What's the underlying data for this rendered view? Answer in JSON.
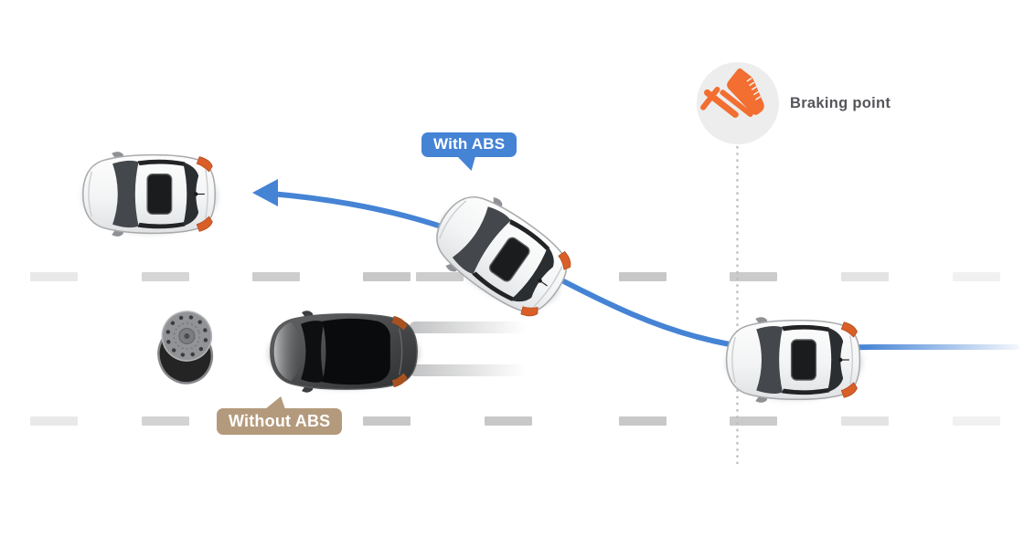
{
  "labels": {
    "with_abs": "With ABS",
    "without_abs": "Without ABS",
    "braking_point": "Braking point"
  },
  "colors": {
    "background": "#ffffff",
    "abs_blue": "#4583d5",
    "without_abs_tan": "#b49a7c",
    "icon_orange": "#f26e31",
    "braking_text": "#55565a",
    "lane_dash": "#c8c8c8",
    "dotted_line": "#bcbcbc",
    "taillight_orange": "#d95f28"
  },
  "scene": {
    "icons": [
      {
        "name": "brake-pedal-icon",
        "meaning": "foot pressing brake pedal at braking point"
      }
    ],
    "items": [
      {
        "name": "car-approaching",
        "desc": "white car at braking point, driving left"
      },
      {
        "name": "car-with-abs-steering",
        "desc": "white car steering around obstacle on blue ABS path"
      },
      {
        "name": "car-with-abs-stopped",
        "desc": "white car safely past obstacle, pointing left"
      },
      {
        "name": "car-without-abs",
        "desc": "dark car skidding straight with skid marks"
      },
      {
        "name": "barrel-obstacle",
        "desc": "barrel lying on the road"
      }
    ]
  }
}
